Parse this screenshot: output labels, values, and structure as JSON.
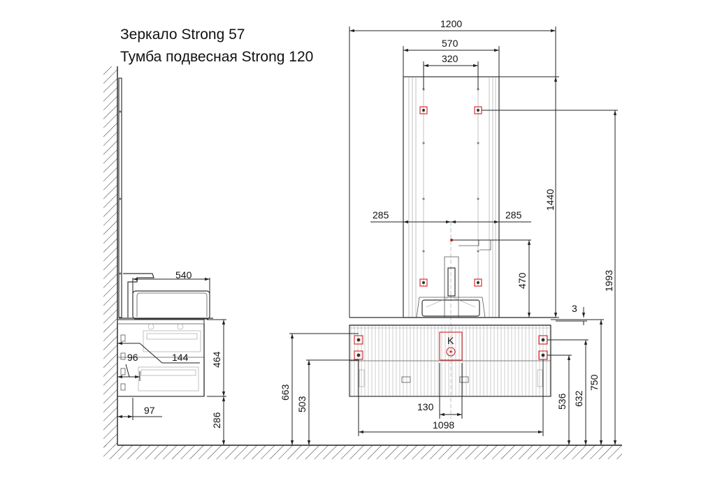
{
  "titles": {
    "mirror": "Зеркало Strong 57",
    "cabinet": "Тумба подвесная Strong 120"
  },
  "side_view": {
    "width_540": "540",
    "height_464": "464",
    "depth_144": "144",
    "offset_96": "96",
    "offset_97": "97",
    "floor_286": "286"
  },
  "front_view": {
    "width_1200": "1200",
    "width_570": "570",
    "width_320": "320",
    "height_1440": "1440",
    "left_285": "285",
    "right_285": "285",
    "height_470": "470",
    "gap_3": "3",
    "height_1993": "1993",
    "height_663": "663",
    "height_503": "503",
    "width_130": "130",
    "width_1098": "1098",
    "height_536": "536",
    "height_632": "632",
    "height_750": "750",
    "faucet_letter": "K"
  },
  "colors": {
    "lines": "#222222",
    "mounting_points": "#d42020"
  }
}
